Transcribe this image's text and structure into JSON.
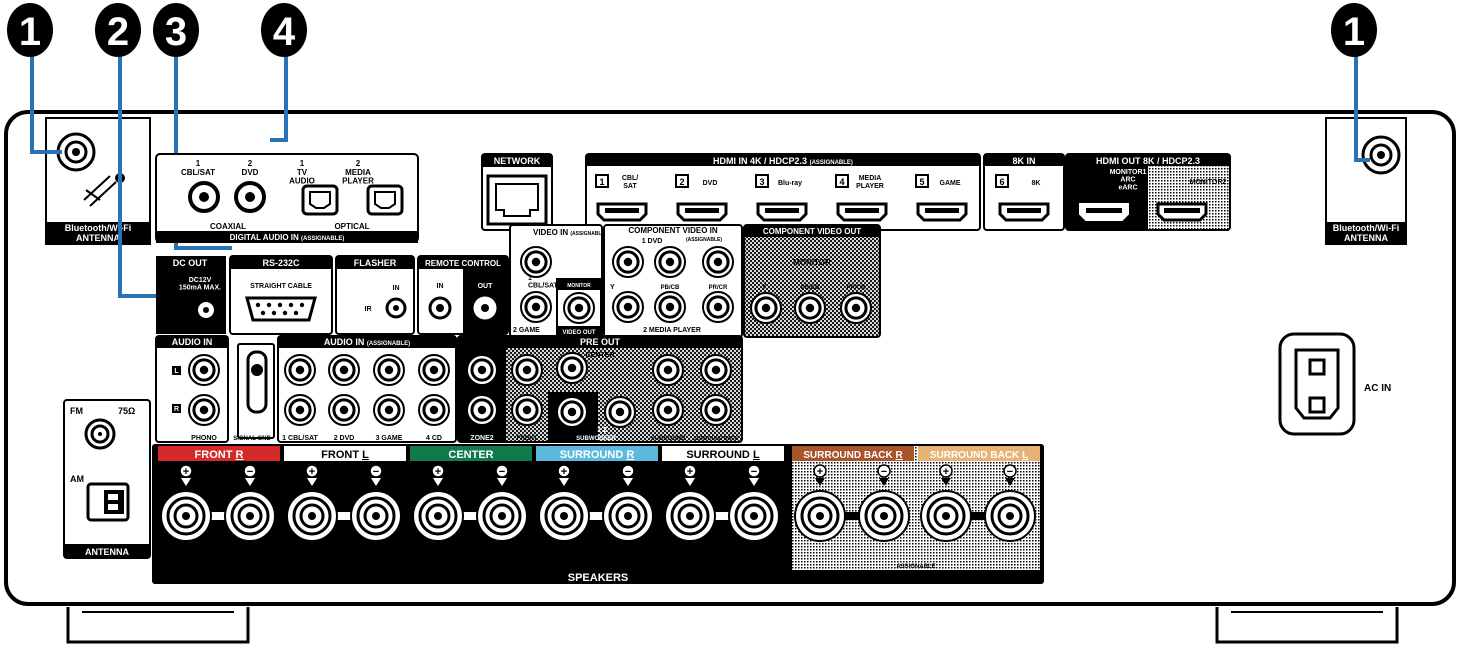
{
  "callouts": [
    "1",
    "2",
    "3",
    "4",
    "1"
  ],
  "antenna": {
    "bt_label": "Bluetooth/Wi-Fi\nANTENNA",
    "fm": "FM",
    "fm_ohm": "75Ω",
    "am": "AM",
    "label": "ANTENNA"
  },
  "digital_audio": {
    "inputs": [
      {
        "num": "1",
        "name": "CBL/SAT"
      },
      {
        "num": "2",
        "name": "DVD"
      },
      {
        "num": "1",
        "name": "TV\nAUDIO"
      },
      {
        "num": "2",
        "name": "MEDIA\nPLAYER"
      }
    ],
    "coaxial": "COAXIAL",
    "optical": "OPTICAL",
    "title": "DIGITAL AUDIO IN",
    "assignable": "(ASSIGNABLE)"
  },
  "network": {
    "title": "NETWORK"
  },
  "hdmi_in": {
    "title": "HDMI IN 4K / HDCP2.3",
    "assignable": "(ASSIGNABLE)",
    "ports": [
      {
        "num": "1",
        "name": "CBL/\nSAT"
      },
      {
        "num": "2",
        "name": "DVD"
      },
      {
        "num": "3",
        "name": "Blu-ray"
      },
      {
        "num": "4",
        "name": "MEDIA\nPLAYER"
      },
      {
        "num": "5",
        "name": "GAME"
      }
    ],
    "k8_title": "8K IN",
    "k8_port": {
      "num": "6",
      "name": "8K"
    }
  },
  "hdmi_out": {
    "title": "HDMI OUT 8K / HDCP2.3",
    "monitor1": "MONITOR1\nARC\neARC",
    "monitor2": "MONITOR2"
  },
  "dc_out": {
    "title": "DC OUT",
    "spec": "DC12V\n150mA MAX."
  },
  "rs232c": {
    "title": "RS-232C",
    "cable": "STRAIGHT CABLE"
  },
  "flasher": {
    "title": "FLASHER",
    "in": "IN",
    "ir": "IR"
  },
  "remote": {
    "title": "REMOTE CONTROL",
    "in": "IN",
    "out": "OUT"
  },
  "video_in": {
    "title": "VIDEO IN",
    "assignable": "(ASSIGNABLE)",
    "in1": "1\nCBL/SAT",
    "in2": "2 GAME",
    "monitor": "MONITOR",
    "video_out": "VIDEO OUT"
  },
  "component_in": {
    "title": "COMPONENT VIDEO IN",
    "assignable": "(ASSIGNABLE)",
    "src1": "1 DVD",
    "src2": "2 MEDIA PLAYER",
    "y": "Y",
    "pb": "PB/CB",
    "pr": "PR/CR"
  },
  "component_out": {
    "title": "COMPONENT VIDEO OUT",
    "monitor": "MONITOR",
    "y": "Y",
    "pb": "PB/CB",
    "pr": "PR/CR"
  },
  "audio_in_phono": {
    "title": "AUDIO IN",
    "l": "L",
    "r": "R",
    "phono": "PHONO",
    "signal_gnd": "SIGNAL GND"
  },
  "audio_in_assign": {
    "title": "AUDIO IN",
    "assignable": "(ASSIGNABLE)",
    "labels": [
      "1 CBL/SAT",
      "2 DVD",
      "3 GAME",
      "4 CD"
    ]
  },
  "pre_out": {
    "title": "PRE OUT",
    "center": "CENTER",
    "zone2": "ZONE2",
    "front": "FRONT",
    "subwoofer": "SUBWOOFER",
    "sub_nums": "1   2",
    "surround": "SURROUND",
    "surround_back": "SURROUND BACK"
  },
  "ac_in": {
    "label": "AC IN"
  },
  "speakers": {
    "title": "SPEAKERS",
    "assignable": "ASSIGNABLE",
    "plus": "+",
    "minus": "−",
    "channels": [
      {
        "label": "FRONT",
        "side": "R",
        "color": "#d42a2a"
      },
      {
        "label": "FRONT",
        "side": "L",
        "color": "#ffffff"
      },
      {
        "label": "CENTER",
        "side": "",
        "color": "#0f7a4a"
      },
      {
        "label": "SURROUND",
        "side": "R",
        "color": "#5ab9dd"
      },
      {
        "label": "SURROUND",
        "side": "L",
        "color": "#ffffff"
      },
      {
        "label": "SURROUND BACK",
        "side": "R",
        "color": "#a9542a"
      },
      {
        "label": "SURROUND BACK",
        "side": "L",
        "color": "#e7b274"
      }
    ]
  }
}
